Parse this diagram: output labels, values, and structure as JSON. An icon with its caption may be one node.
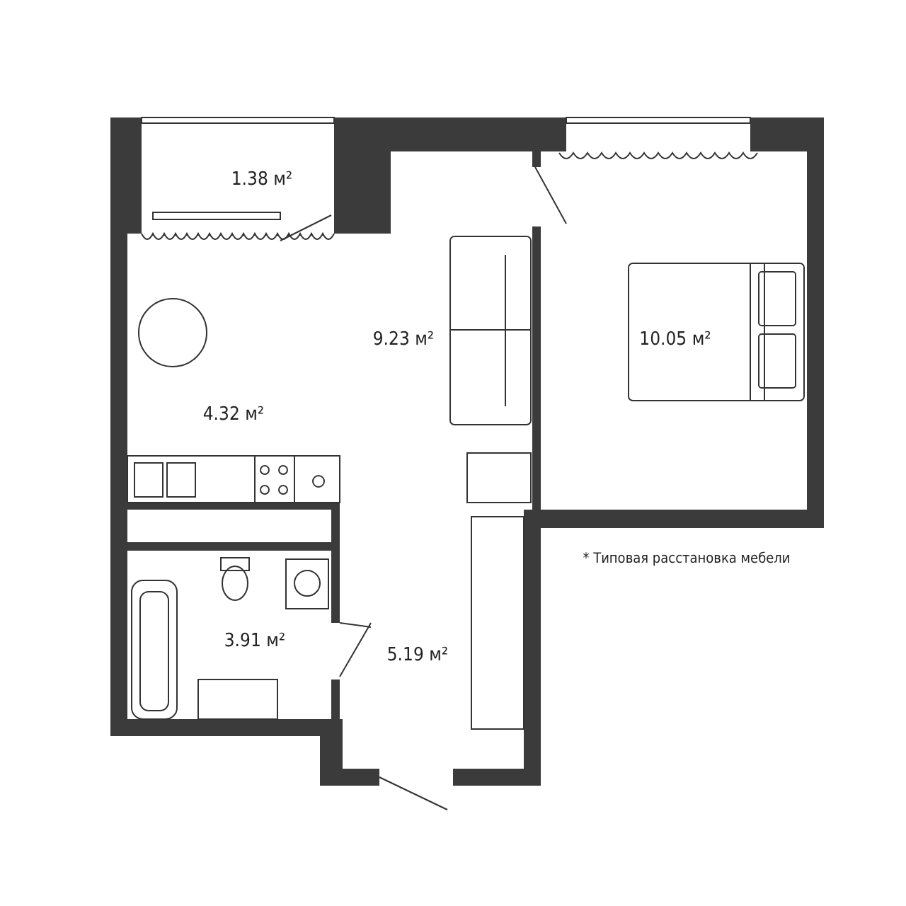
{
  "diagram": {
    "labels": [
      "1.38 м²",
      "9.23 м²",
      "10.05 м²",
      "4.32 м²",
      "3.91 м²",
      "5.19 м²",
      "* Типовая расстановка мебели"
    ]
  }
}
